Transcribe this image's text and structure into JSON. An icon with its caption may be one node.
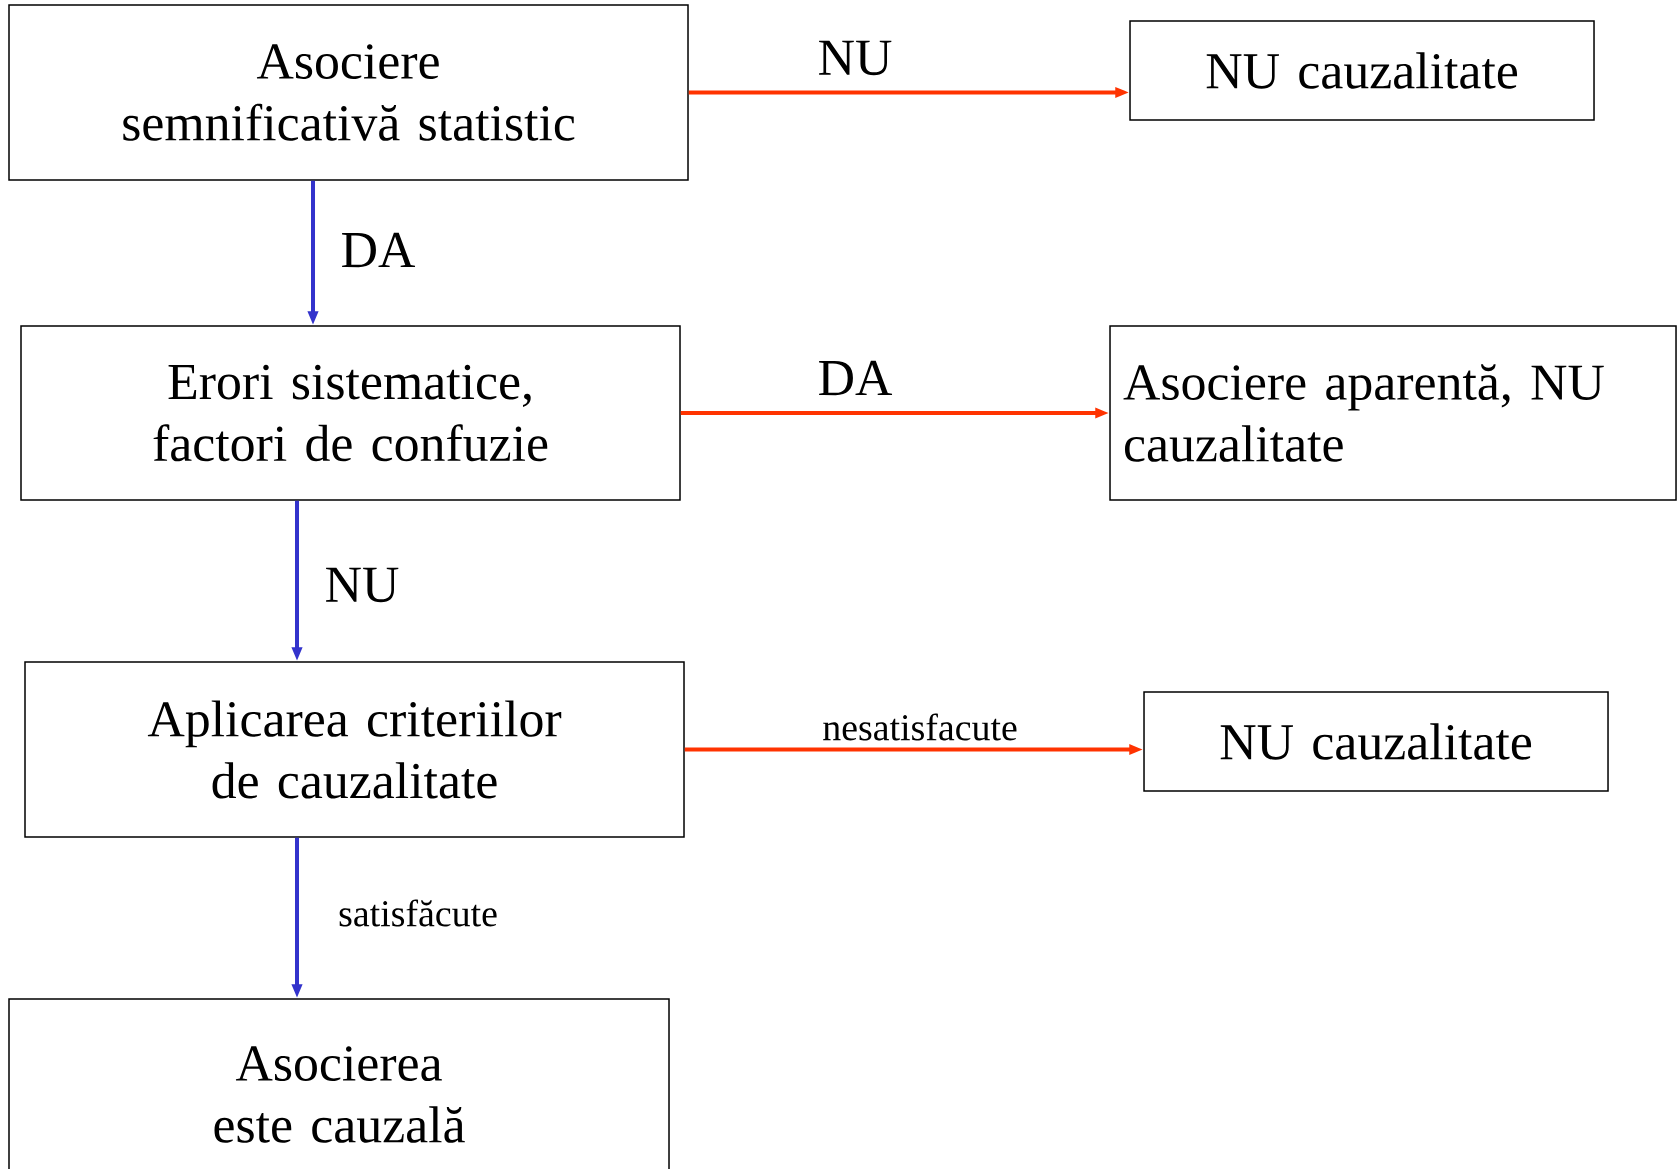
{
  "diagram": {
    "nodes": [
      {
        "text": [
          "Asociere semnificativă statistic"
        ]
      },
      {
        "text": [
          "NU cauzalitate"
        ]
      },
      {
        "text": [
          "Erori sistematice, factori de confuzie"
        ]
      },
      {
        "text": [
          "Asociere aparentă, NU cauzalitate"
        ]
      },
      {
        "text": [
          "Aplicarea criteriilor de cauzalitate"
        ]
      },
      {
        "text": [
          "NU cauzalitate"
        ]
      },
      {
        "text": [
          "Asocierea este cauzală"
        ]
      }
    ],
    "edges": [
      {
        "from": 0,
        "to": 1,
        "arrow": "to",
        "label": "NU",
        "color": "#ff3300"
      },
      {
        "from": 0,
        "to": 2,
        "arrow": "to",
        "label": "DA",
        "color": "#3333cc"
      },
      {
        "from": 2,
        "to": 3,
        "arrow": "to",
        "label": "DA",
        "color": "#ff3300"
      },
      {
        "from": 2,
        "to": 4,
        "arrow": "to",
        "label": "NU",
        "color": "#3333cc"
      },
      {
        "from": 4,
        "to": 5,
        "arrow": "to",
        "label": "nesatisfacute",
        "color": "#ff3300"
      },
      {
        "from": 4,
        "to": 6,
        "arrow": "to",
        "label": "satisfăcute",
        "color": "#3333cc"
      }
    ]
  }
}
